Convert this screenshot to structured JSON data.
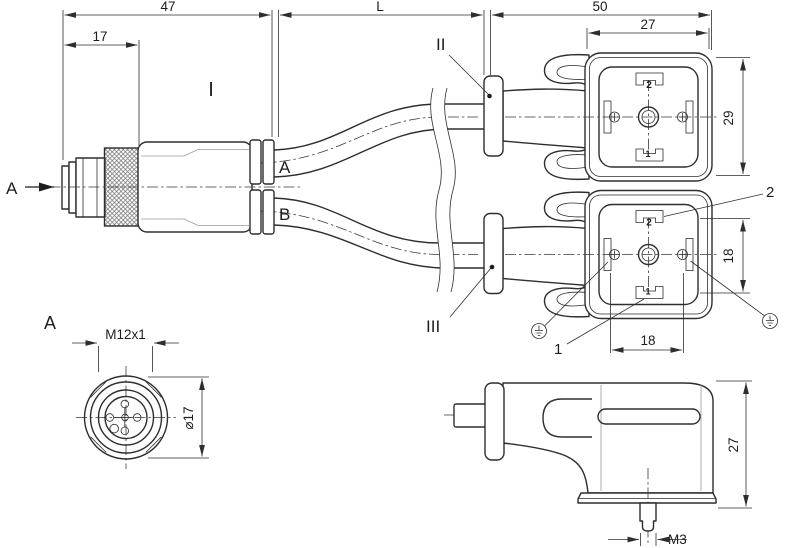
{
  "drawing": {
    "dimensions": {
      "d47": "47",
      "dL": "L",
      "d50": "50",
      "d17": "17",
      "d27_top": "27",
      "d29": "29",
      "d18_vertical": "18",
      "d18_horizontal": "18",
      "thread_m12": "M12x1",
      "dia17": "⌀17",
      "d27_side": "27",
      "thread_m3": "M3"
    },
    "labels": {
      "view_direction": "A",
      "item_I": "I",
      "branch_a": "A",
      "branch_b": "B",
      "detail_II": "II",
      "detail_III": "III",
      "terminal_2": "2",
      "terminal_1": "1",
      "molded_2": "2",
      "molded_1": "1",
      "view_a_title": "A"
    },
    "colors": {
      "line": "#2e2e2e",
      "background": "#ffffff"
    }
  }
}
